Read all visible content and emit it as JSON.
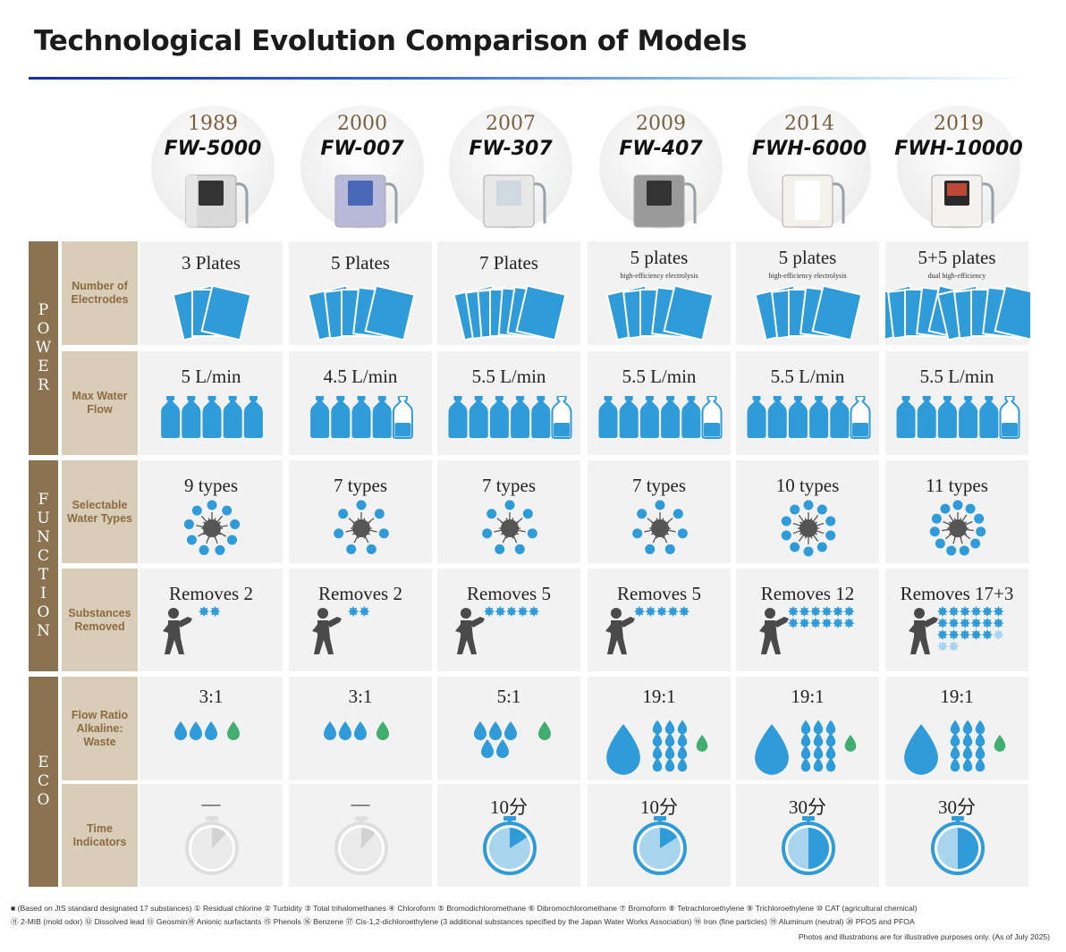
{
  "title": "Technological Evolution Comparison of Models",
  "colors": {
    "accent_blue": "#2f9bd8",
    "light_blue": "#a9d4ee",
    "green": "#3fae6f",
    "brown": "#8b7352",
    "label_bg": "#d9ccb8",
    "gray_person": "#4a4a4a",
    "cell_bg": "#f2f2f2"
  },
  "models": [
    {
      "year": "1989",
      "name": "FW-5000"
    },
    {
      "year": "2000",
      "name": "FW-007"
    },
    {
      "year": "2007",
      "name": "FW-307"
    },
    {
      "year": "2009",
      "name": "FW-407"
    },
    {
      "year": "2014",
      "name": "FWH-6000"
    },
    {
      "year": "2019",
      "name": "FWH-10000"
    }
  ],
  "groups": [
    {
      "name": "POWER",
      "letters": [
        "P",
        "O",
        "W",
        "E",
        "R"
      ]
    },
    {
      "name": "FUNCTION",
      "letters": [
        "F",
        "U",
        "N",
        "C",
        "T",
        "I",
        "O",
        "N"
      ]
    },
    {
      "name": "ECO",
      "letters": [
        "E",
        "C",
        "O"
      ]
    }
  ],
  "rows": [
    {
      "label": "Number of Electrodes",
      "icon": "electrode-plates-icon",
      "cells": [
        {
          "text": "3 Plates",
          "sub": "",
          "plates": 3
        },
        {
          "text": "5 Plates",
          "sub": "",
          "plates": 5
        },
        {
          "text": "7 Plates",
          "sub": "",
          "plates": 7
        },
        {
          "text": "5 plates",
          "sub": "high-efficiency electrolysis",
          "plates": 5
        },
        {
          "text": "5 plates",
          "sub": "high-efficiency electrolysis",
          "plates": 5
        },
        {
          "text": "5+5 plates",
          "sub": "dual high-efficiency",
          "plates": 10
        }
      ]
    },
    {
      "label": "Max Water Flow",
      "icon": "water-bottle-icon",
      "cells": [
        {
          "text": "5 L/min",
          "bottles": 5
        },
        {
          "text": "4.5 L/min",
          "bottles": 4.5
        },
        {
          "text": "5.5 L/min",
          "bottles": 5.5
        },
        {
          "text": "5.5 L/min",
          "bottles": 5.5
        },
        {
          "text": "5.5 L/min",
          "bottles": 5.5
        },
        {
          "text": "5.5 L/min",
          "bottles": 5.5
        }
      ]
    },
    {
      "label": "Selectable Water Types",
      "icon": "water-types-molecule-icon",
      "cells": [
        {
          "text": "9 types",
          "types": 9
        },
        {
          "text": "7 types",
          "types": 7
        },
        {
          "text": "7 types",
          "types": 7
        },
        {
          "text": "7 types",
          "types": 7
        },
        {
          "text": "10 types",
          "types": 10
        },
        {
          "text": "11 types",
          "types": 11
        }
      ]
    },
    {
      "label": "Substances Removed",
      "icon": "fighter-removal-icon",
      "cells": [
        {
          "text": "Removes 2",
          "removed": 2,
          "extra": 0
        },
        {
          "text": "Removes 2",
          "removed": 2,
          "extra": 0
        },
        {
          "text": "Removes 5",
          "removed": 5,
          "extra": 0
        },
        {
          "text": "Removes 5",
          "removed": 5,
          "extra": 0
        },
        {
          "text": "Removes 12",
          "removed": 12,
          "extra": 0
        },
        {
          "text": "Removes 17+3",
          "removed": 17,
          "extra": 3
        }
      ]
    },
    {
      "label": "Flow Ratio Alkaline: Waste",
      "icon": "water-drop-icon",
      "cells": [
        {
          "text": "3:1",
          "alkaline": 3,
          "waste": 1
        },
        {
          "text": "3:1",
          "alkaline": 3,
          "waste": 1
        },
        {
          "text": "5:1",
          "alkaline": 5,
          "waste": 1
        },
        {
          "text": "19:1",
          "alkaline": 19,
          "waste": 1
        },
        {
          "text": "19:1",
          "alkaline": 19,
          "waste": 1
        },
        {
          "text": "19:1",
          "alkaline": 19,
          "waste": 1
        }
      ]
    },
    {
      "label": "Time Indicators",
      "icon": "stopwatch-icon",
      "cells": [
        {
          "text": "—",
          "minutes": 0
        },
        {
          "text": "—",
          "minutes": 0
        },
        {
          "text": "10分",
          "minutes": 10
        },
        {
          "text": "10分",
          "minutes": 10
        },
        {
          "text": "30分",
          "minutes": 30
        },
        {
          "text": "30分",
          "minutes": 30
        }
      ]
    }
  ],
  "footnotes": {
    "line1": "■ (Based on JIS standard designated 17 substances) ① Residual chlorine ② Turbidity ③ Total trihalomethanes ④ Chloroform ⑤ Bromodichloromethane ⑥ Dibromochloromethane ⑦ Bromoform ⑧ Tetrachloroethylene ⑨ Trichloroethylene ⑩ CAT (agricultural chemical)",
    "line2": "⑪ 2-MIB (mold odor) ⑫ Dissolved lead ⑬ Geosmin⑭ Anionic surfactants ⑮ Phenols ⑯ Benzene ⑰ Cis-1,2-dichloroethylene (3 additional substances specified by the Japan Water Works Association) ⑱ Iron (fine particles) ⑲ Aluminum (neutral) ⑳ PFOS and PFOA",
    "line3": "Photos and illustrations are for illustrative purposes only. (As of July 2025)"
  }
}
